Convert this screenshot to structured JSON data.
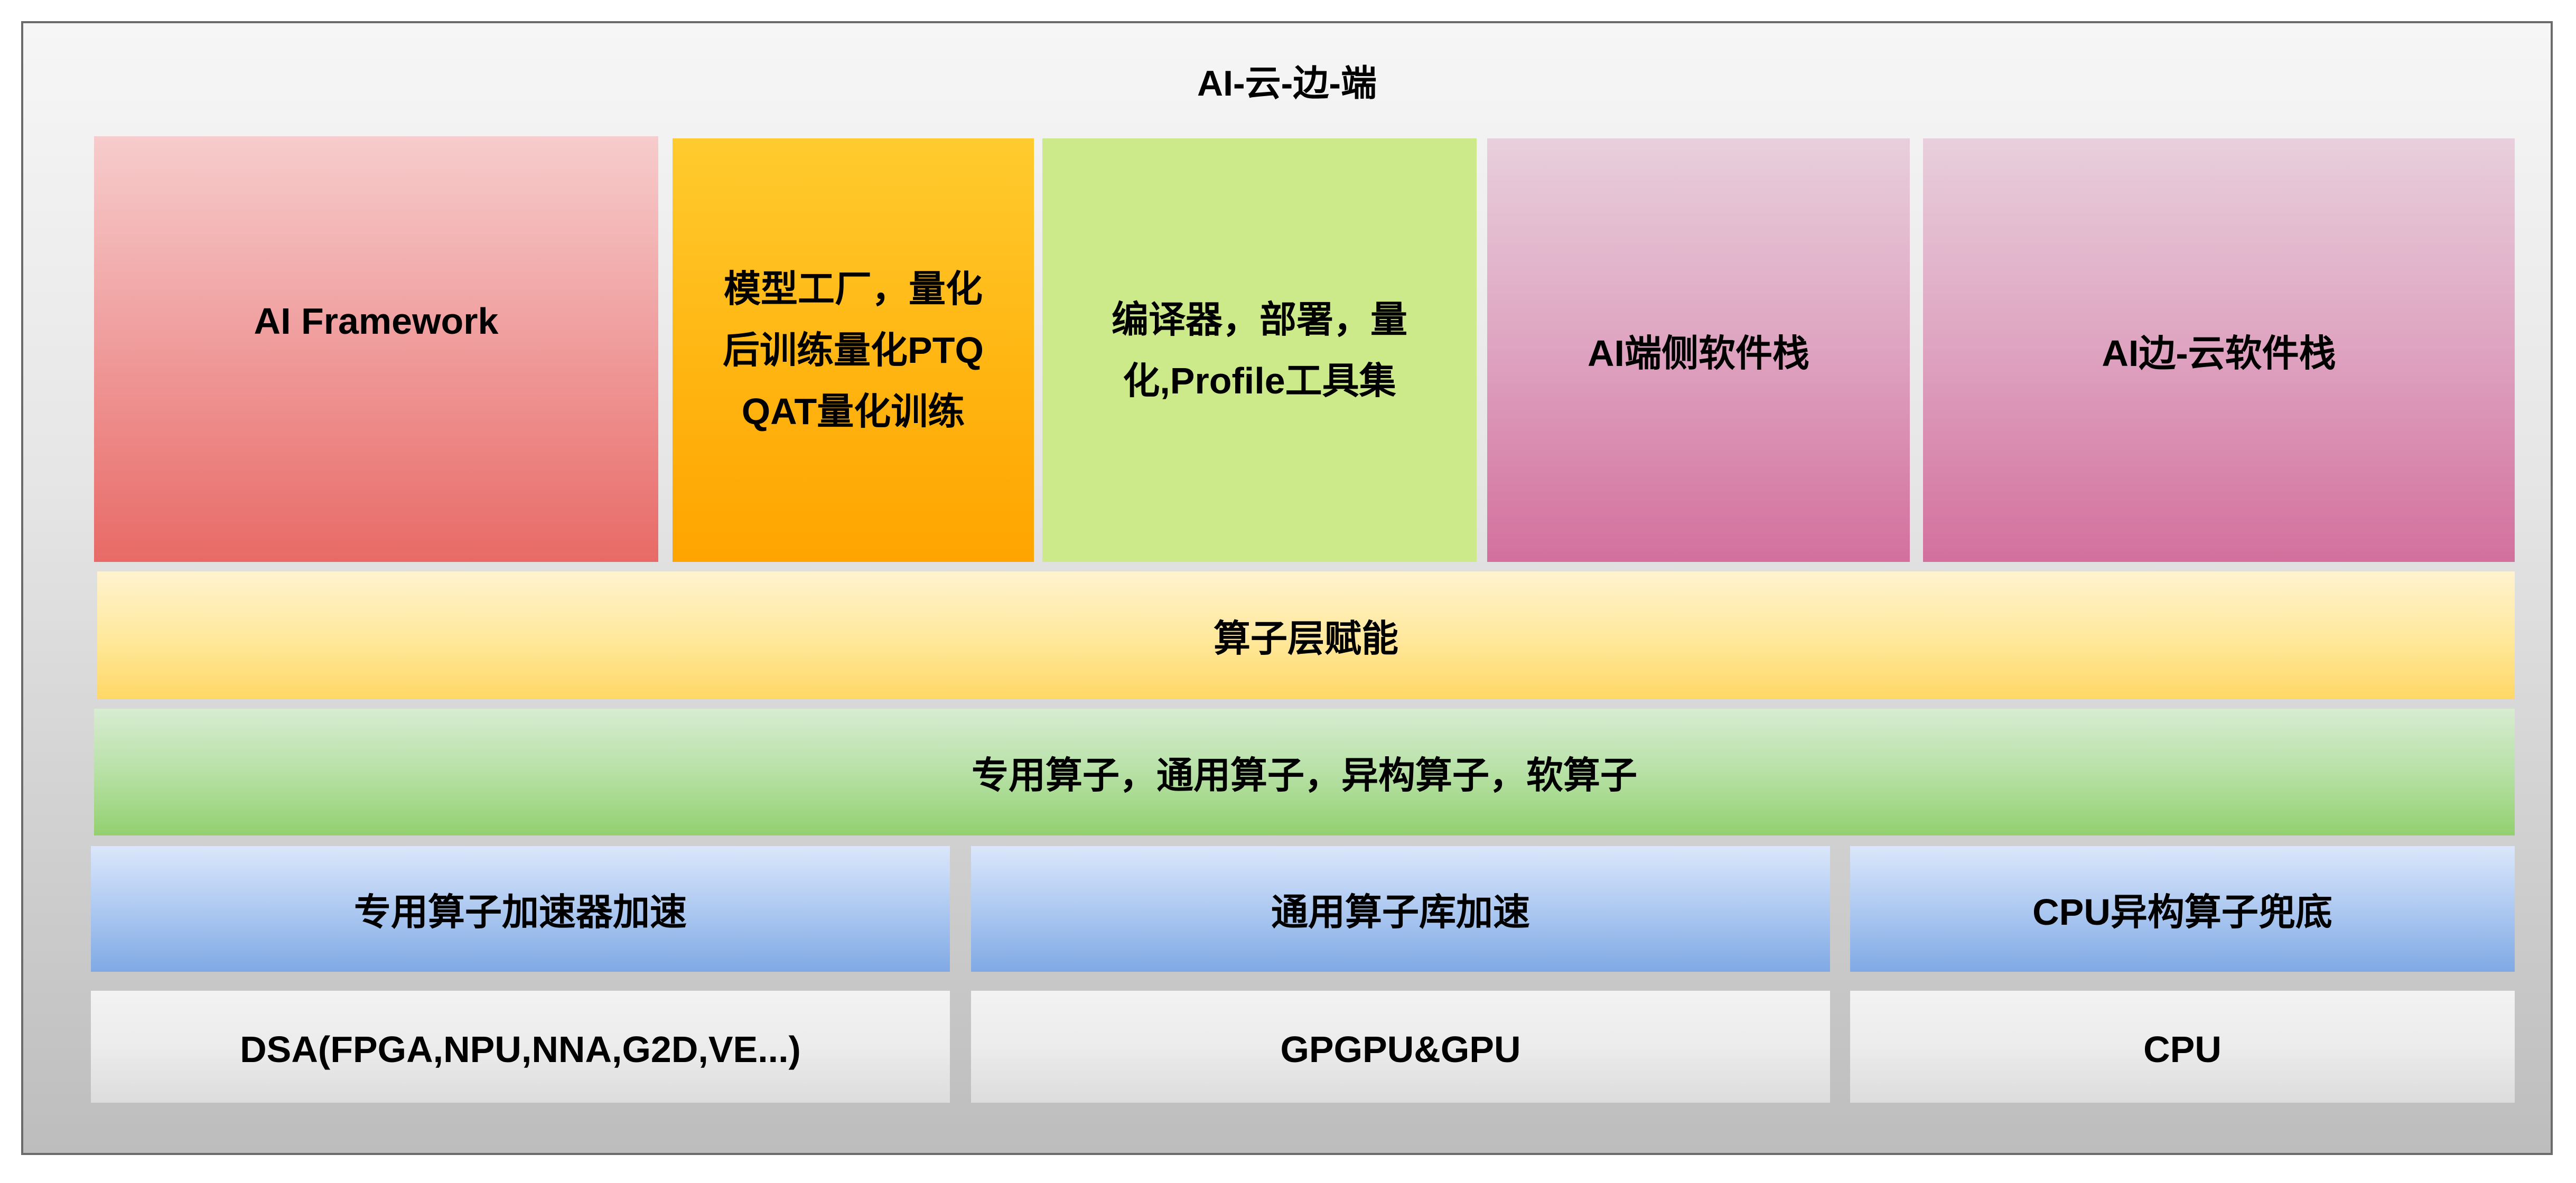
{
  "diagram": {
    "title": "AI-云-边-端",
    "top_row": {
      "framework": "AI Framework",
      "model_factory": [
        "模型工厂，量化",
        "后训练量化PTQ",
        "QAT量化训练"
      ],
      "compiler": [
        "编译器，部署，量",
        "化,Profile工具集"
      ],
      "edge_sw": "AI端侧软件栈",
      "cloud_sw": "AI边-云软件栈"
    },
    "enable_layer": "算子层赋能",
    "ops_layer": "专用算子，通用算子，异构算子，软算子",
    "accel_row": [
      "专用算子加速器加速",
      "通用算子库加速",
      "CPU异构算子兜底"
    ],
    "hardware_row": [
      "DSA(FPGA,NPU,NNA,G2D,VE...)",
      "GPGPU&GPU",
      "CPU"
    ]
  },
  "colors": {
    "framework": "#e86a66",
    "model_factory": "#ffa400",
    "compiler": "#cdea8b",
    "software_stack": "#d3709d",
    "enable_layer": "#ffd766",
    "ops_layer": "#93d06f",
    "accel_row": "#80a9e4",
    "hardware_row": "#dcdcdc"
  }
}
